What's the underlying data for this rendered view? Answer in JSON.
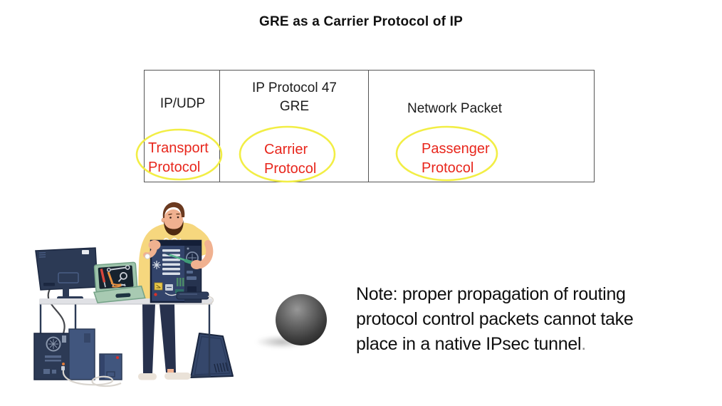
{
  "title": "GRE as a Carrier Protocol of IP",
  "table": {
    "columns": [
      {
        "header_lines": [
          "IP/UDP"
        ],
        "label_lines": [
          "Transport",
          "Protocol"
        ]
      },
      {
        "header_lines": [
          "IP Protocol 47",
          "GRE"
        ],
        "label_lines": [
          "Carrier",
          "Protocol"
        ]
      },
      {
        "header_lines": [
          "Network Packet"
        ],
        "label_lines": [
          "Passenger",
          "Protocol"
        ]
      }
    ],
    "label_color": "#e8261c",
    "highlight_oval_color": "#f2ee45",
    "border_color": "#555555"
  },
  "note": {
    "lines": [
      "Note: proper propagation of routing",
      "protocol control packets cannot take",
      "place in a native IPsec tunnel"
    ],
    "trailing_period": "."
  },
  "icons": {
    "bullet": "dark-sphere",
    "illustration": "technician-repairing-computer"
  }
}
